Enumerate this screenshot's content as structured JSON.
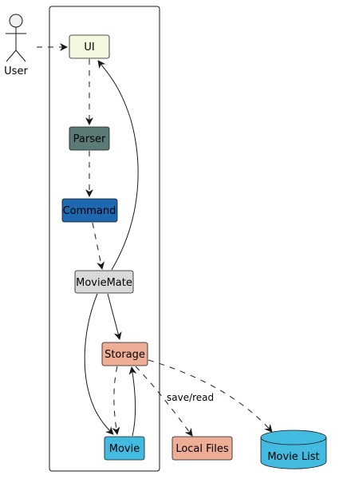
{
  "actor": {
    "label": "User"
  },
  "components": {
    "ui": {
      "label": "UI",
      "fill": "#F1F8DF"
    },
    "parser": {
      "label": "Parser",
      "fill": "#5B7B76"
    },
    "command": {
      "label": "Command",
      "fill": "#1E68B0"
    },
    "moviemate": {
      "label": "MovieMate",
      "fill": "#D9D9D9"
    },
    "storage": {
      "label": "Storage",
      "fill": "#EEAD95"
    },
    "movie": {
      "label": "Movie",
      "fill": "#43BADF"
    },
    "localfiles": {
      "label": "Local Files",
      "fill": "#EEAD95"
    },
    "movielist": {
      "label": "Movie List",
      "fill": "#43BADF"
    }
  },
  "edges": {
    "storage_localfiles": {
      "label": "save/read"
    }
  },
  "colors": {
    "stroke": "#181818",
    "actor_fill": "#F1F1F1"
  }
}
